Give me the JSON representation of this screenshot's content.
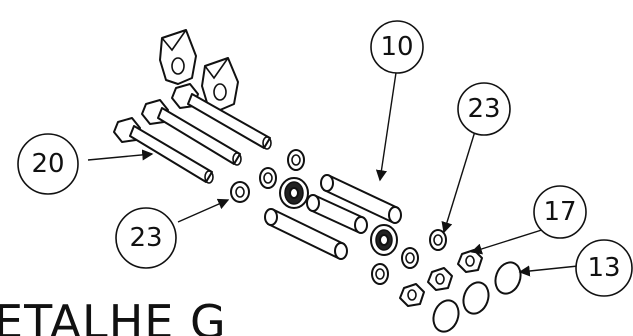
{
  "balloons": {
    "b10": "10",
    "b23_top": "23",
    "b20": "20",
    "b23_left": "23",
    "b17": "17",
    "b13": "13"
  },
  "detail_label": "ETALHE G"
}
